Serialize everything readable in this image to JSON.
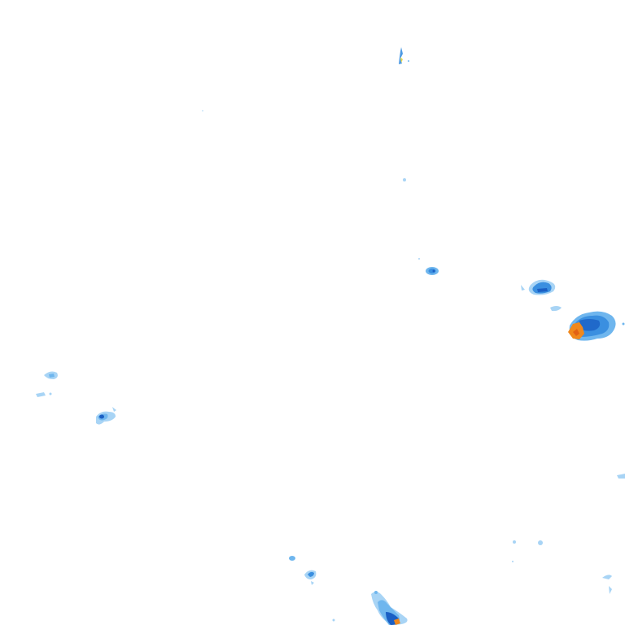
{
  "map": {
    "type": "weather-radar-precipitation",
    "background": "#ffffff",
    "legend_shown": false,
    "text_labels_shown": false
  },
  "intensity_colors": {
    "very_light": "#a8d4f5",
    "light": "#6fb6ee",
    "moderate": "#3a8fe0",
    "heavy": "#1a5fc4",
    "very_heavy": "#f0881c",
    "extreme": "#d94a10",
    "trace_yellow": "#e8d84a"
  },
  "precipitation_cells": [
    {
      "name": "cell-top-center",
      "intensity": "heavy"
    },
    {
      "name": "cell-mid-center",
      "intensity": "moderate"
    },
    {
      "name": "cell-right-upper",
      "intensity": "heavy"
    },
    {
      "name": "cell-right-main",
      "intensity": "very_heavy"
    },
    {
      "name": "cell-left-upper",
      "intensity": "very_light"
    },
    {
      "name": "cell-left-lower",
      "intensity": "light"
    },
    {
      "name": "cell-bottom-center",
      "intensity": "heavy"
    },
    {
      "name": "cell-bottom-small",
      "intensity": "light"
    },
    {
      "name": "cell-bottom-right",
      "intensity": "very_light"
    },
    {
      "name": "cell-right-edge",
      "intensity": "very_light"
    }
  ]
}
